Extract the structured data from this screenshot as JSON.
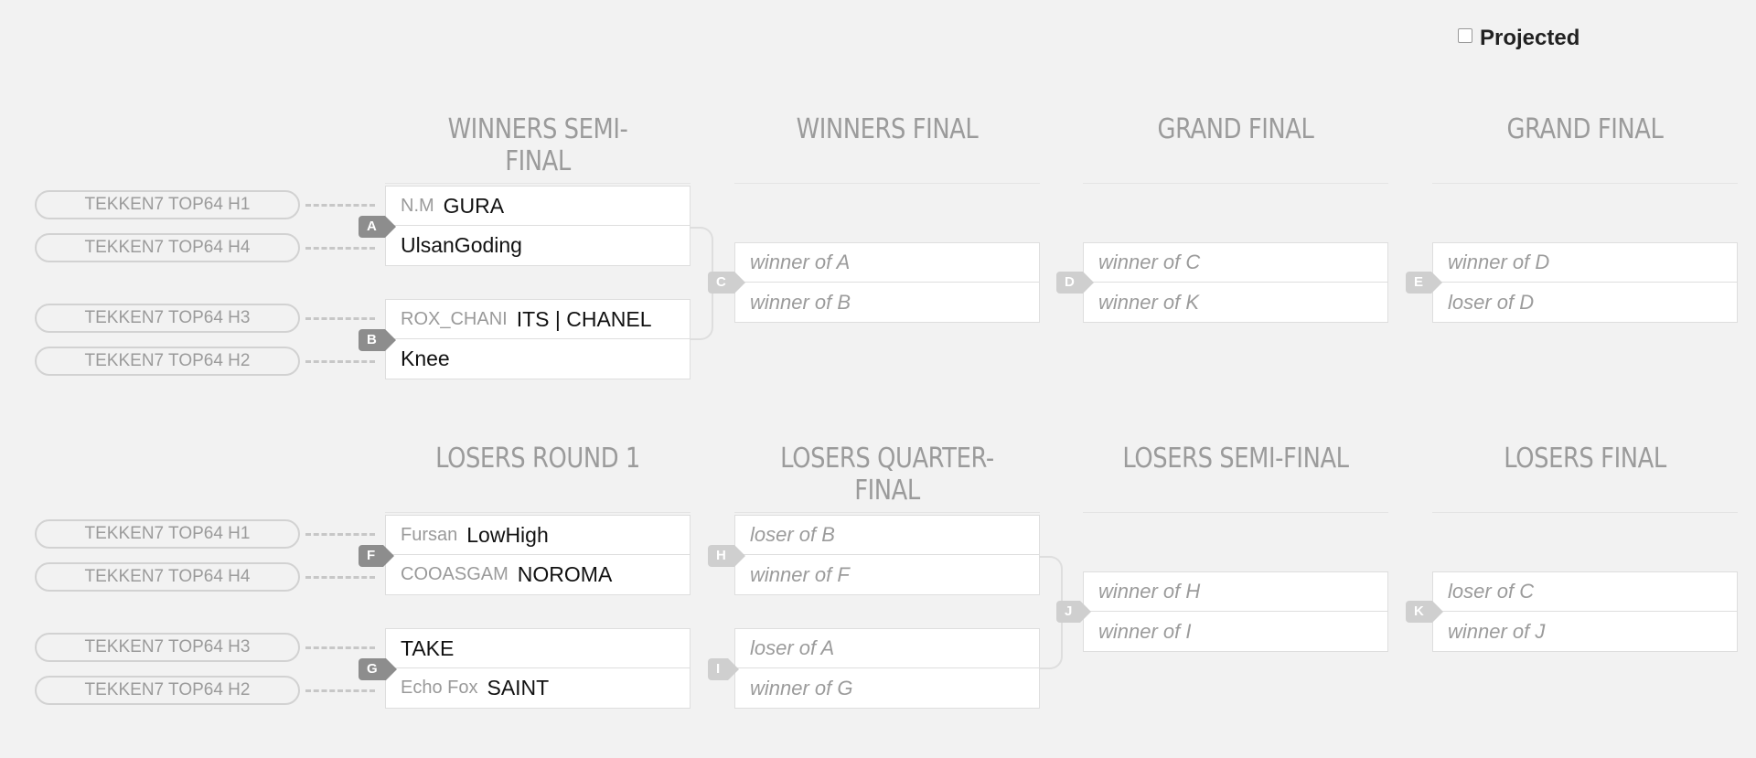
{
  "projected": {
    "label": "Projected",
    "checked": false
  },
  "rounds": {
    "winners_semi": "WINNERS SEMI-FINAL",
    "winners_final": "WINNERS FINAL",
    "grand_final_1": "GRAND FINAL",
    "grand_final_2": "GRAND FINAL",
    "losers_r1": "LOSERS ROUND 1",
    "losers_qf": "LOSERS QUARTER-FINAL",
    "losers_sf": "LOSERS SEMI-FINAL",
    "losers_final": "LOSERS FINAL"
  },
  "seeds": {
    "w1": "TEKKEN7 TOP64 H1",
    "w2": "TEKKEN7 TOP64 H4",
    "w3": "TEKKEN7 TOP64 H3",
    "w4": "TEKKEN7 TOP64 H2",
    "l1": "TEKKEN7 TOP64 H1",
    "l2": "TEKKEN7 TOP64 H4",
    "l3": "TEKKEN7 TOP64 H3",
    "l4": "TEKKEN7 TOP64 H2"
  },
  "matches": {
    "A": {
      "label": "A",
      "p1_tag": "N.M",
      "p1": "GURA",
      "p2_tag": "",
      "p2": "UlsanGoding"
    },
    "B": {
      "label": "B",
      "p1_tag": "ROX_CHANI",
      "p1": "ITS | CHANEL",
      "p2_tag": "",
      "p2": "Knee"
    },
    "C": {
      "label": "C",
      "p1": "winner of A",
      "p2": "winner of B"
    },
    "D": {
      "label": "D",
      "p1": "winner of C",
      "p2": "winner of K"
    },
    "E": {
      "label": "E",
      "p1": "winner of D",
      "p2": "loser of D"
    },
    "F": {
      "label": "F",
      "p1_tag": "Fursan",
      "p1": "LowHigh",
      "p2_tag": "COOASGAM",
      "p2": "NOROMA"
    },
    "G": {
      "label": "G",
      "p1_tag": "",
      "p1": "TAKE",
      "p2_tag": "Echo Fox",
      "p2": "SAINT"
    },
    "H": {
      "label": "H",
      "p1": "loser of B",
      "p2": "winner of F"
    },
    "I": {
      "label": "I",
      "p1": "loser of A",
      "p2": "winner of G"
    },
    "J": {
      "label": "J",
      "p1": "winner of H",
      "p2": "winner of I"
    },
    "K": {
      "label": "K",
      "p1": "loser of C",
      "p2": "winner of J"
    }
  }
}
